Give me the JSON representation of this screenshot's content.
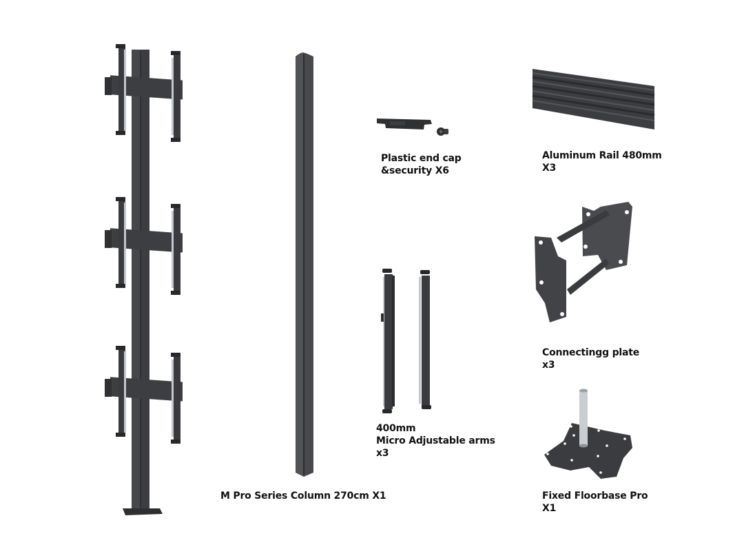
{
  "colors": {
    "background": "#ffffff",
    "metal_dark": "#3a3b3d",
    "metal_mid": "#4a4b4e",
    "metal_light": "#5c5d60",
    "edge": "#26272a",
    "steel": "#c9cdd2",
    "text": "#111111"
  },
  "items": [
    {
      "id": "assembled-stand",
      "icon": "assembled-video-wall-stand-icon",
      "lines": []
    },
    {
      "id": "column",
      "icon": "column-icon",
      "lines": [
        "M Pro Series Column 270cm X1"
      ]
    },
    {
      "id": "end-cap",
      "icon": "end-cap-and-screw-icon",
      "lines": [
        "Plastic end cap",
        "&security X6"
      ]
    },
    {
      "id": "rail",
      "icon": "aluminum-rail-icon",
      "lines": [
        "Aluminum Rail 480mm",
        "X3"
      ]
    },
    {
      "id": "arms",
      "icon": "adjustable-arms-icon",
      "lines": [
        "400mm",
        "Micro Adjustable arms",
        "x3"
      ]
    },
    {
      "id": "plate",
      "icon": "connecting-plate-icon",
      "lines": [
        "Connectingg plate",
        "x3"
      ]
    },
    {
      "id": "floorbase",
      "icon": "floorbase-icon",
      "lines": [
        "Fixed Floorbase Pro",
        "X1"
      ]
    }
  ]
}
